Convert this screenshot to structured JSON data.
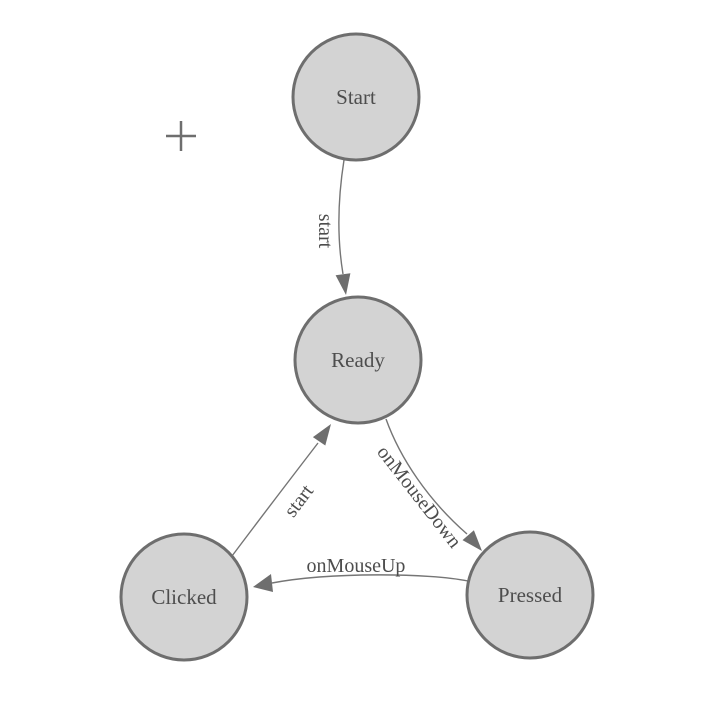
{
  "diagram": {
    "type": "state-machine",
    "nodes": [
      {
        "id": "start",
        "label": "Start"
      },
      {
        "id": "ready",
        "label": "Ready"
      },
      {
        "id": "clicked",
        "label": "Clicked"
      },
      {
        "id": "pressed",
        "label": "Pressed"
      }
    ],
    "edges": [
      {
        "from": "Start",
        "to": "Ready",
        "label": "start"
      },
      {
        "from": "Ready",
        "to": "Pressed",
        "label": "onMouseDown"
      },
      {
        "from": "Pressed",
        "to": "Clicked",
        "label": "onMouseUp"
      },
      {
        "from": "Clicked",
        "to": "Ready",
        "label": "start"
      }
    ],
    "cursor": {
      "icon": "plus-crosshair"
    },
    "colors": {
      "background": "#ffffff",
      "node_fill": "#d3d3d3",
      "node_border": "#6e6e6e",
      "edge": "#757575",
      "arrowhead": "#6e6e6e",
      "text": "#4d4d4d"
    }
  }
}
